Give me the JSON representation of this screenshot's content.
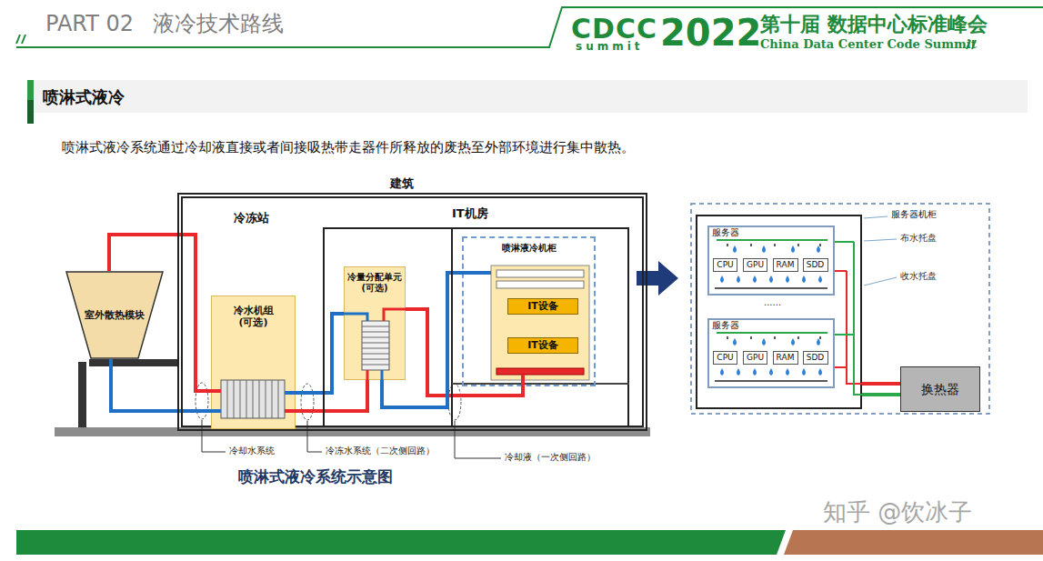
{
  "diagram": {
    "title": "喷淋式液冷",
    "caption": "喷淋式液冷系统示意图",
    "nodes": [
      {
        "text": [
          "建筑"
        ]
      },
      {
        "text": [
          "冷冻站"
        ],
        "in": 0
      },
      {
        "text": [
          "IT机房"
        ],
        "in": 0
      },
      {
        "text": [
          "室外散热模块"
        ]
      },
      {
        "text": [
          "冷水机组",
          "(可选)"
        ],
        "in": 1
      },
      {
        "text": [
          "冷量分配单元",
          "(可选)"
        ],
        "in": 2
      },
      {
        "text": [
          "喷淋液冷机柜"
        ],
        "in": 2
      },
      {
        "text": [
          "IT设备"
        ],
        "in": 6
      },
      {
        "text": [
          "IT设备"
        ],
        "in": 6
      },
      {
        "text": [
          "服务器机柜"
        ]
      },
      {
        "text": [
          "服务器"
        ],
        "in": 9
      },
      {
        "text": [
          "CPU"
        ],
        "in": 10
      },
      {
        "text": [
          "GPU"
        ],
        "in": 10
      },
      {
        "text": [
          "RAM"
        ],
        "in": 10
      },
      {
        "text": [
          "SDD"
        ],
        "in": 10
      },
      {
        "text": [
          "服务器"
        ],
        "in": 9
      },
      {
        "text": [
          "CPU"
        ],
        "in": 15
      },
      {
        "text": [
          "GPU"
        ],
        "in": 15
      },
      {
        "text": [
          "RAM"
        ],
        "in": 15
      },
      {
        "text": [
          "SDD"
        ],
        "in": 15
      },
      {
        "text": [
          "换热器"
        ]
      }
    ],
    "edges": [
      {
        "from": 3,
        "to": 4,
        "arrow": "none"
      },
      {
        "from": 3,
        "to": 4,
        "arrow": "none"
      },
      {
        "from": 4,
        "to": 5,
        "arrow": "none"
      },
      {
        "from": 4,
        "to": 5,
        "arrow": "none"
      },
      {
        "from": 5,
        "to": 6,
        "arrow": "none"
      },
      {
        "from": 5,
        "to": 6,
        "arrow": "none"
      },
      {
        "from": 9,
        "to": 20,
        "arrow": "none"
      },
      {
        "from": 9,
        "to": 20,
        "arrow": "none"
      }
    ],
    "labels": [
      "PART 02",
      "液冷技术路线",
      "CDCC",
      "summit",
      "2022",
      "第十届 数据中心标准峰会",
      "China Data Center Code Summit",
      "喷淋式液冷系统通过冷却液直接或者间接吸热带走器件所释放的废热至外部环境进行集中散热。",
      "冷却水系统",
      "冷冻水系统（二次侧回路）",
      "冷却液（一次侧回路）",
      "布水托盘",
      "收水托盘",
      "......",
      "知乎 @饮冰子"
    ]
  }
}
